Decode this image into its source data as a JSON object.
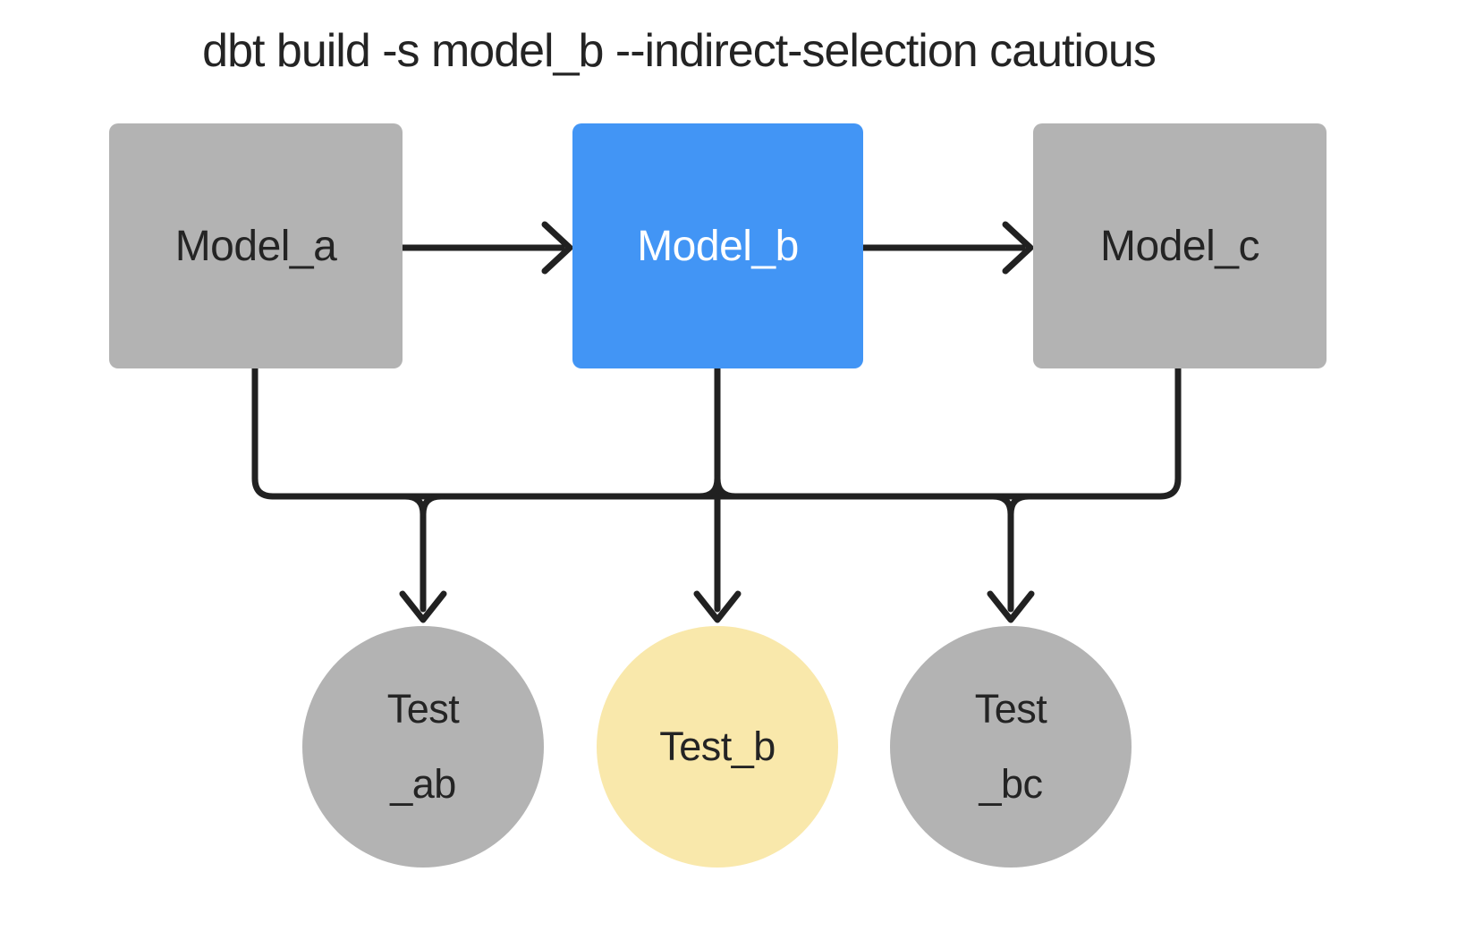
{
  "title": "dbt build -s model_b --indirect-selection cautious",
  "colors": {
    "background": "#ffffff",
    "node_gray": "#b3b3b3",
    "selected_blue": "#4295f5",
    "indirect_yellow": "#f9e8ab",
    "line_dark": "#212121",
    "text_dark": "#242424",
    "text_light": "#ffffff"
  },
  "models": [
    {
      "label": "Model_a",
      "color": "gray"
    },
    {
      "label": "Model_b",
      "color": "blue"
    },
    {
      "label": "Model_c",
      "color": "gray"
    }
  ],
  "tests": [
    {
      "lines": [
        "Test",
        "_ab"
      ],
      "color": "gray"
    },
    {
      "lines": [
        "Test_b"
      ],
      "color": "yellow"
    },
    {
      "lines": [
        "Test",
        "_bc"
      ],
      "color": "gray"
    }
  ]
}
